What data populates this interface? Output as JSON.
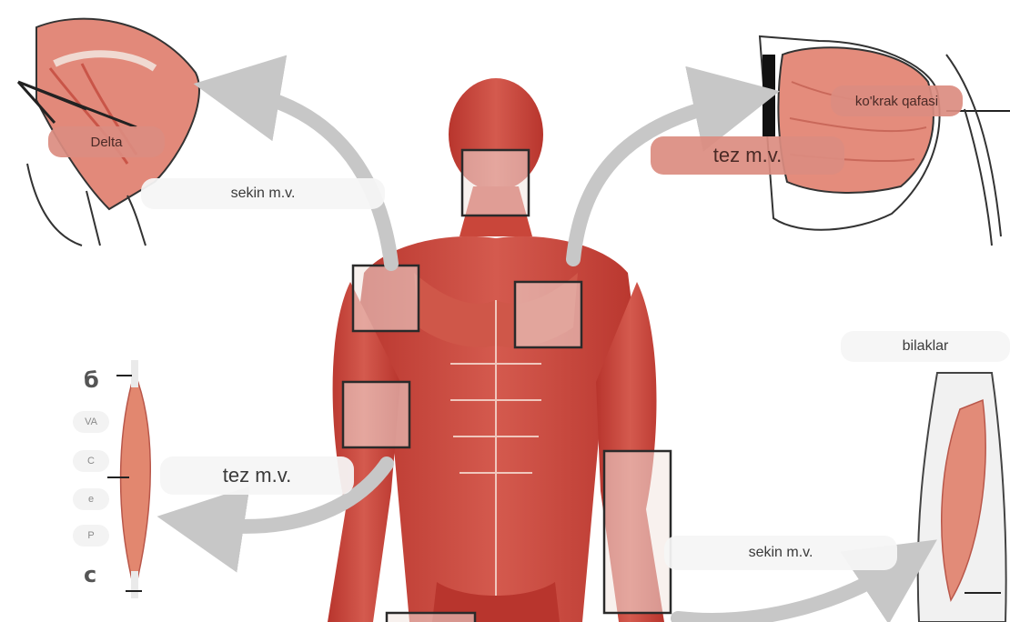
{
  "colors": {
    "muscle_dark": "#b8352d",
    "muscle_mid": "#d45a4e",
    "muscle_light": "#e89384",
    "tendon": "#f3e6e0",
    "arrow": "#c7c7c7",
    "label_light": "#f4f4f4",
    "label_accent": "#db8c80",
    "box_stroke": "#2a2a2a"
  },
  "labels": {
    "delta": "Delta",
    "slow_top_left": "sekin m.v.",
    "fast_top_right": "tez m.v.",
    "chest": "ko'krak qafasi",
    "forearms": "bilaklar",
    "fast_left": "tez m.v.",
    "slow_bottom_right": "sekin m.v."
  },
  "letters": {
    "top": "б",
    "bottom": "c",
    "chips": [
      "VA",
      "C",
      "e",
      "P"
    ]
  },
  "icons": [
    "arrow-curved-icon",
    "muscle-figure-icon"
  ]
}
